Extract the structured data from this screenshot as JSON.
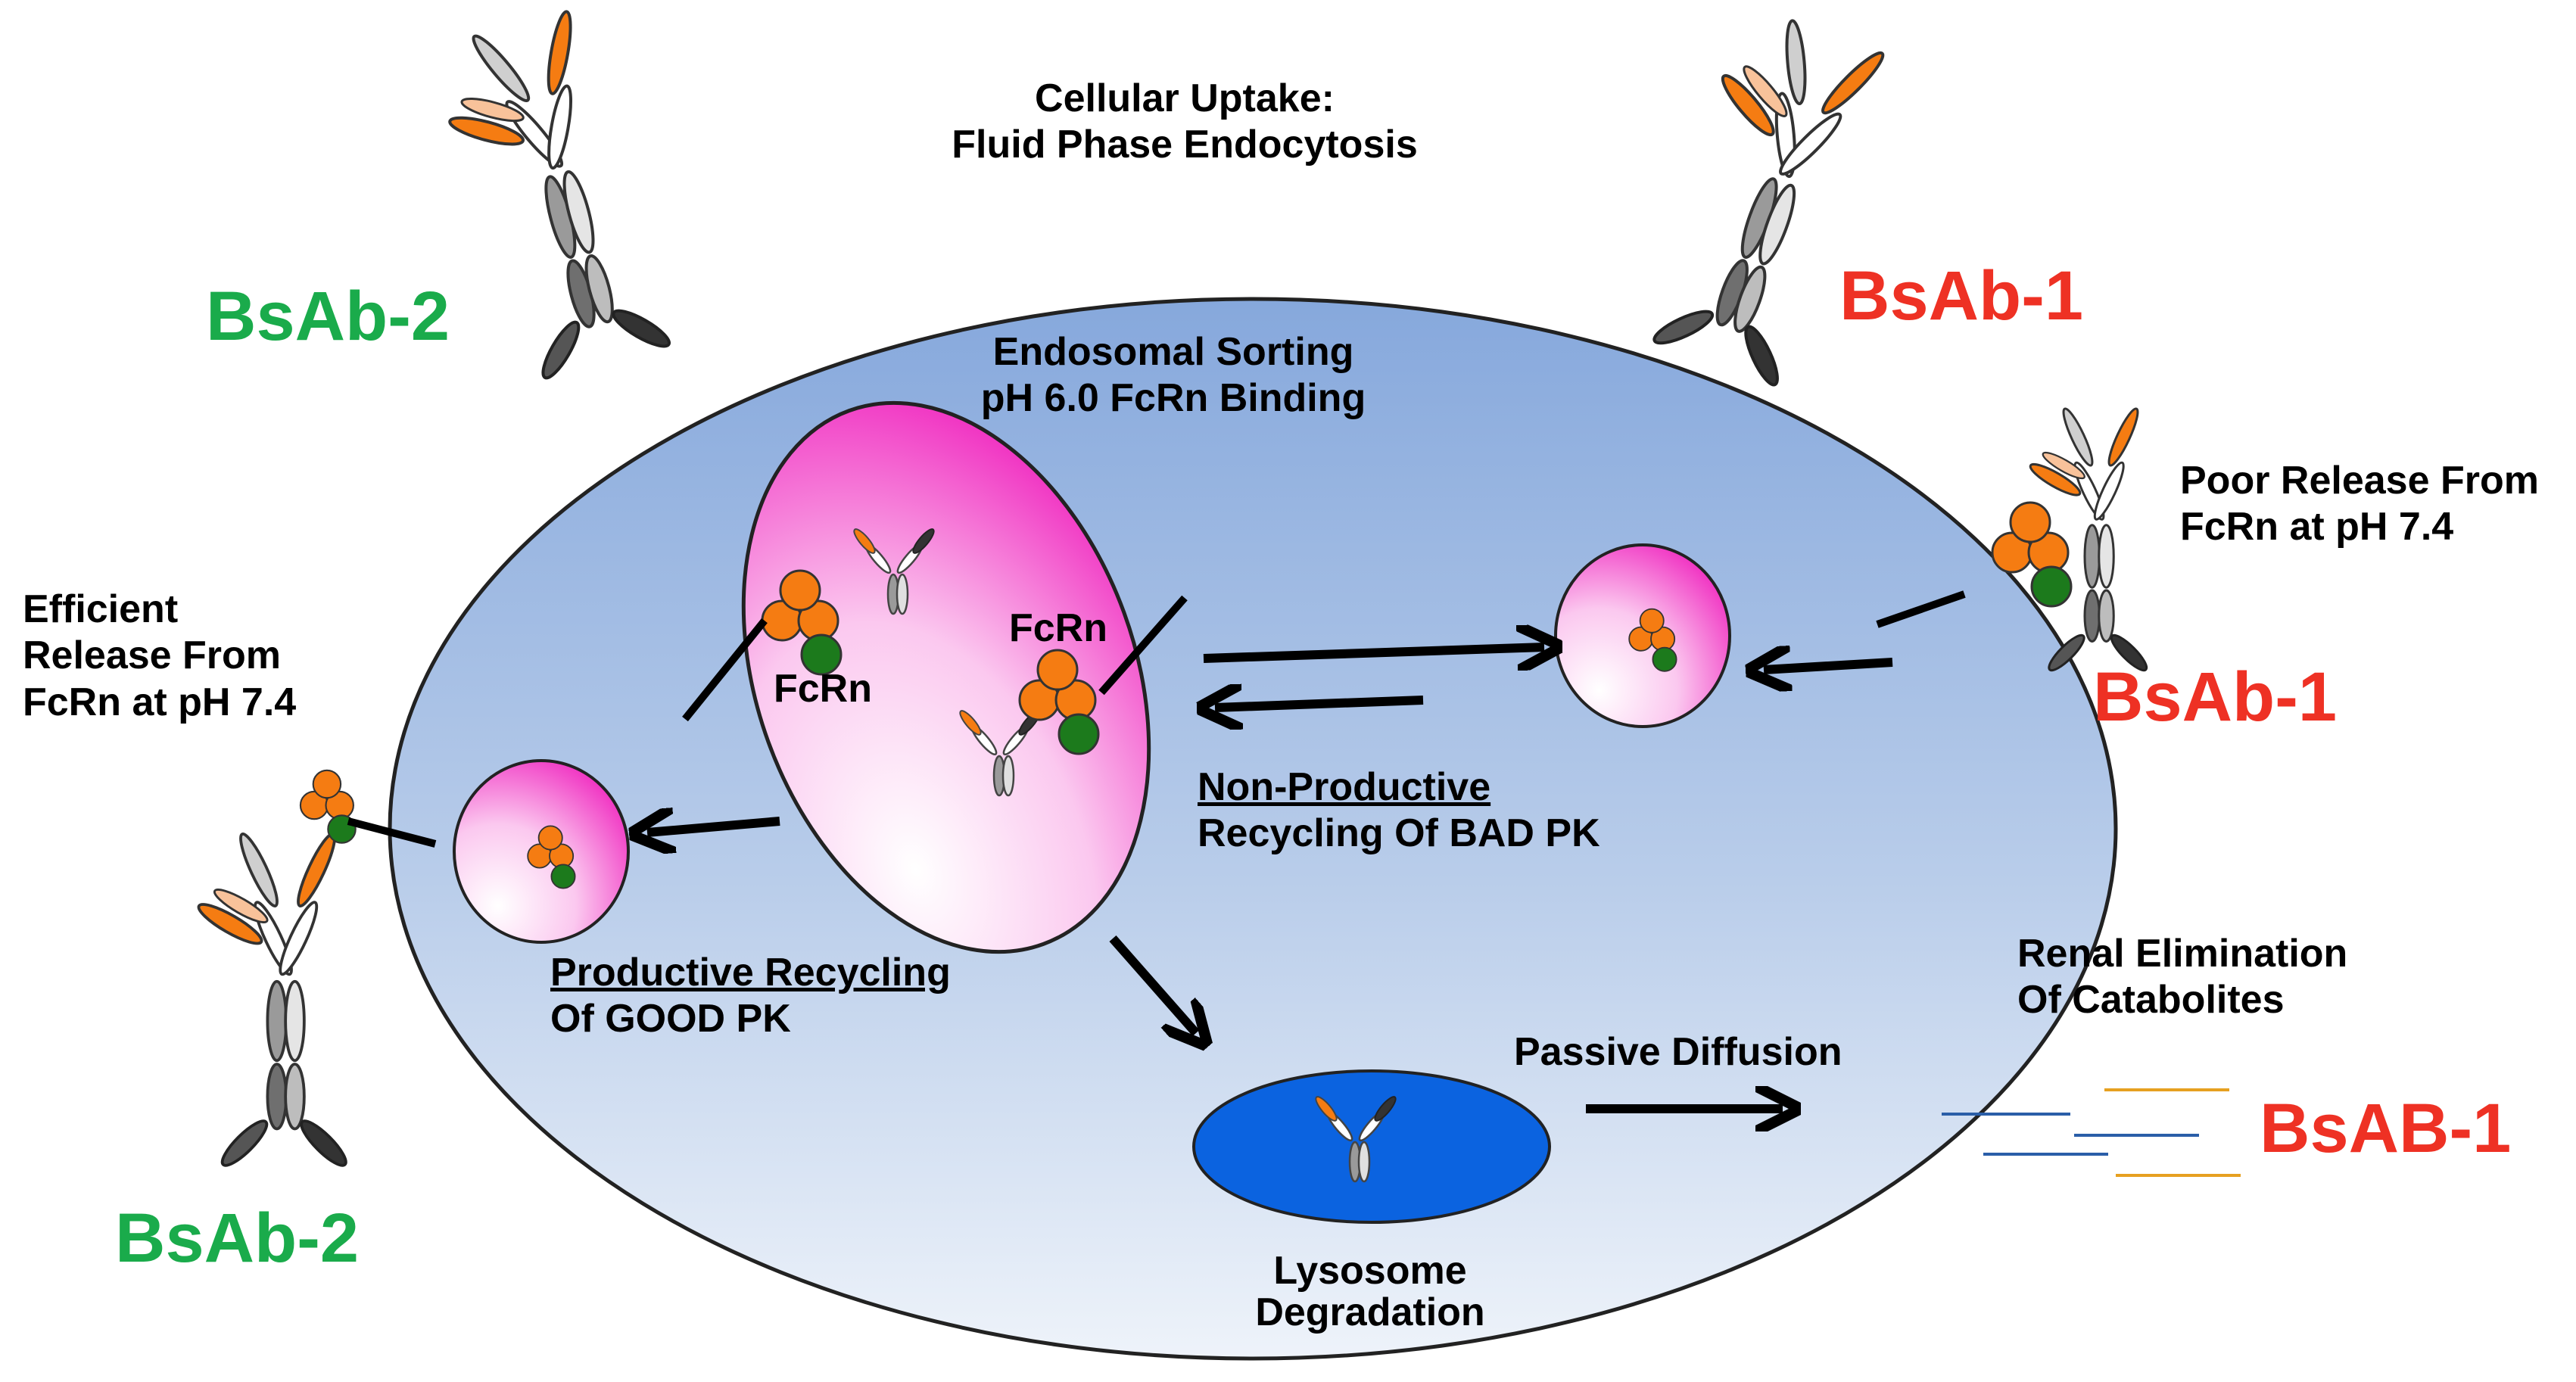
{
  "labels": {
    "uptake_line1": "Cellular Uptake:",
    "uptake_line2": "Fluid Phase Endocytosis",
    "sorting_line1": "Endosomal Sorting",
    "sorting_line2": "pH 6.0 FcRn Binding",
    "poor_release_line1": "Poor Release From",
    "poor_release_line2": "FcRn at pH 7.4",
    "efficient_line1": "Efficient",
    "efficient_line2": "Release From",
    "efficient_line3": "FcRn at pH 7.4",
    "fcrn_left": "FcRn",
    "fcrn_right": "FcRn",
    "nonproductive_title": "Non-Productive",
    "nonproductive_sub": "Recycling Of BAD PK",
    "productive_title": "Productive Recycling",
    "productive_sub": "Of GOOD PK",
    "renal_line1": "Renal Elimination",
    "renal_line2": "Of Catabolites",
    "passive": "Passive Diffusion",
    "lysosome_line1": "Lysosome",
    "lysosome_line2": "Degradation"
  },
  "antibody_labels": {
    "bsab2_top": "BsAb-2",
    "bsab2_bottom": "BsAb-2",
    "bsab1_top": "BsAb-1",
    "bsab1_right": "BsAb-1",
    "bsab1_catabolites": "BsAB-1"
  },
  "colors": {
    "bsab1": "#ee3124",
    "bsab2": "#1aab4b",
    "cell_top": "#8daedf",
    "cell_bottom": "#e6eef8",
    "endosome": "#f018c0",
    "lysosome": "#0b63e0",
    "fcrn_orange": "#f57c12",
    "fcrn_green": "#1c7a1c"
  }
}
